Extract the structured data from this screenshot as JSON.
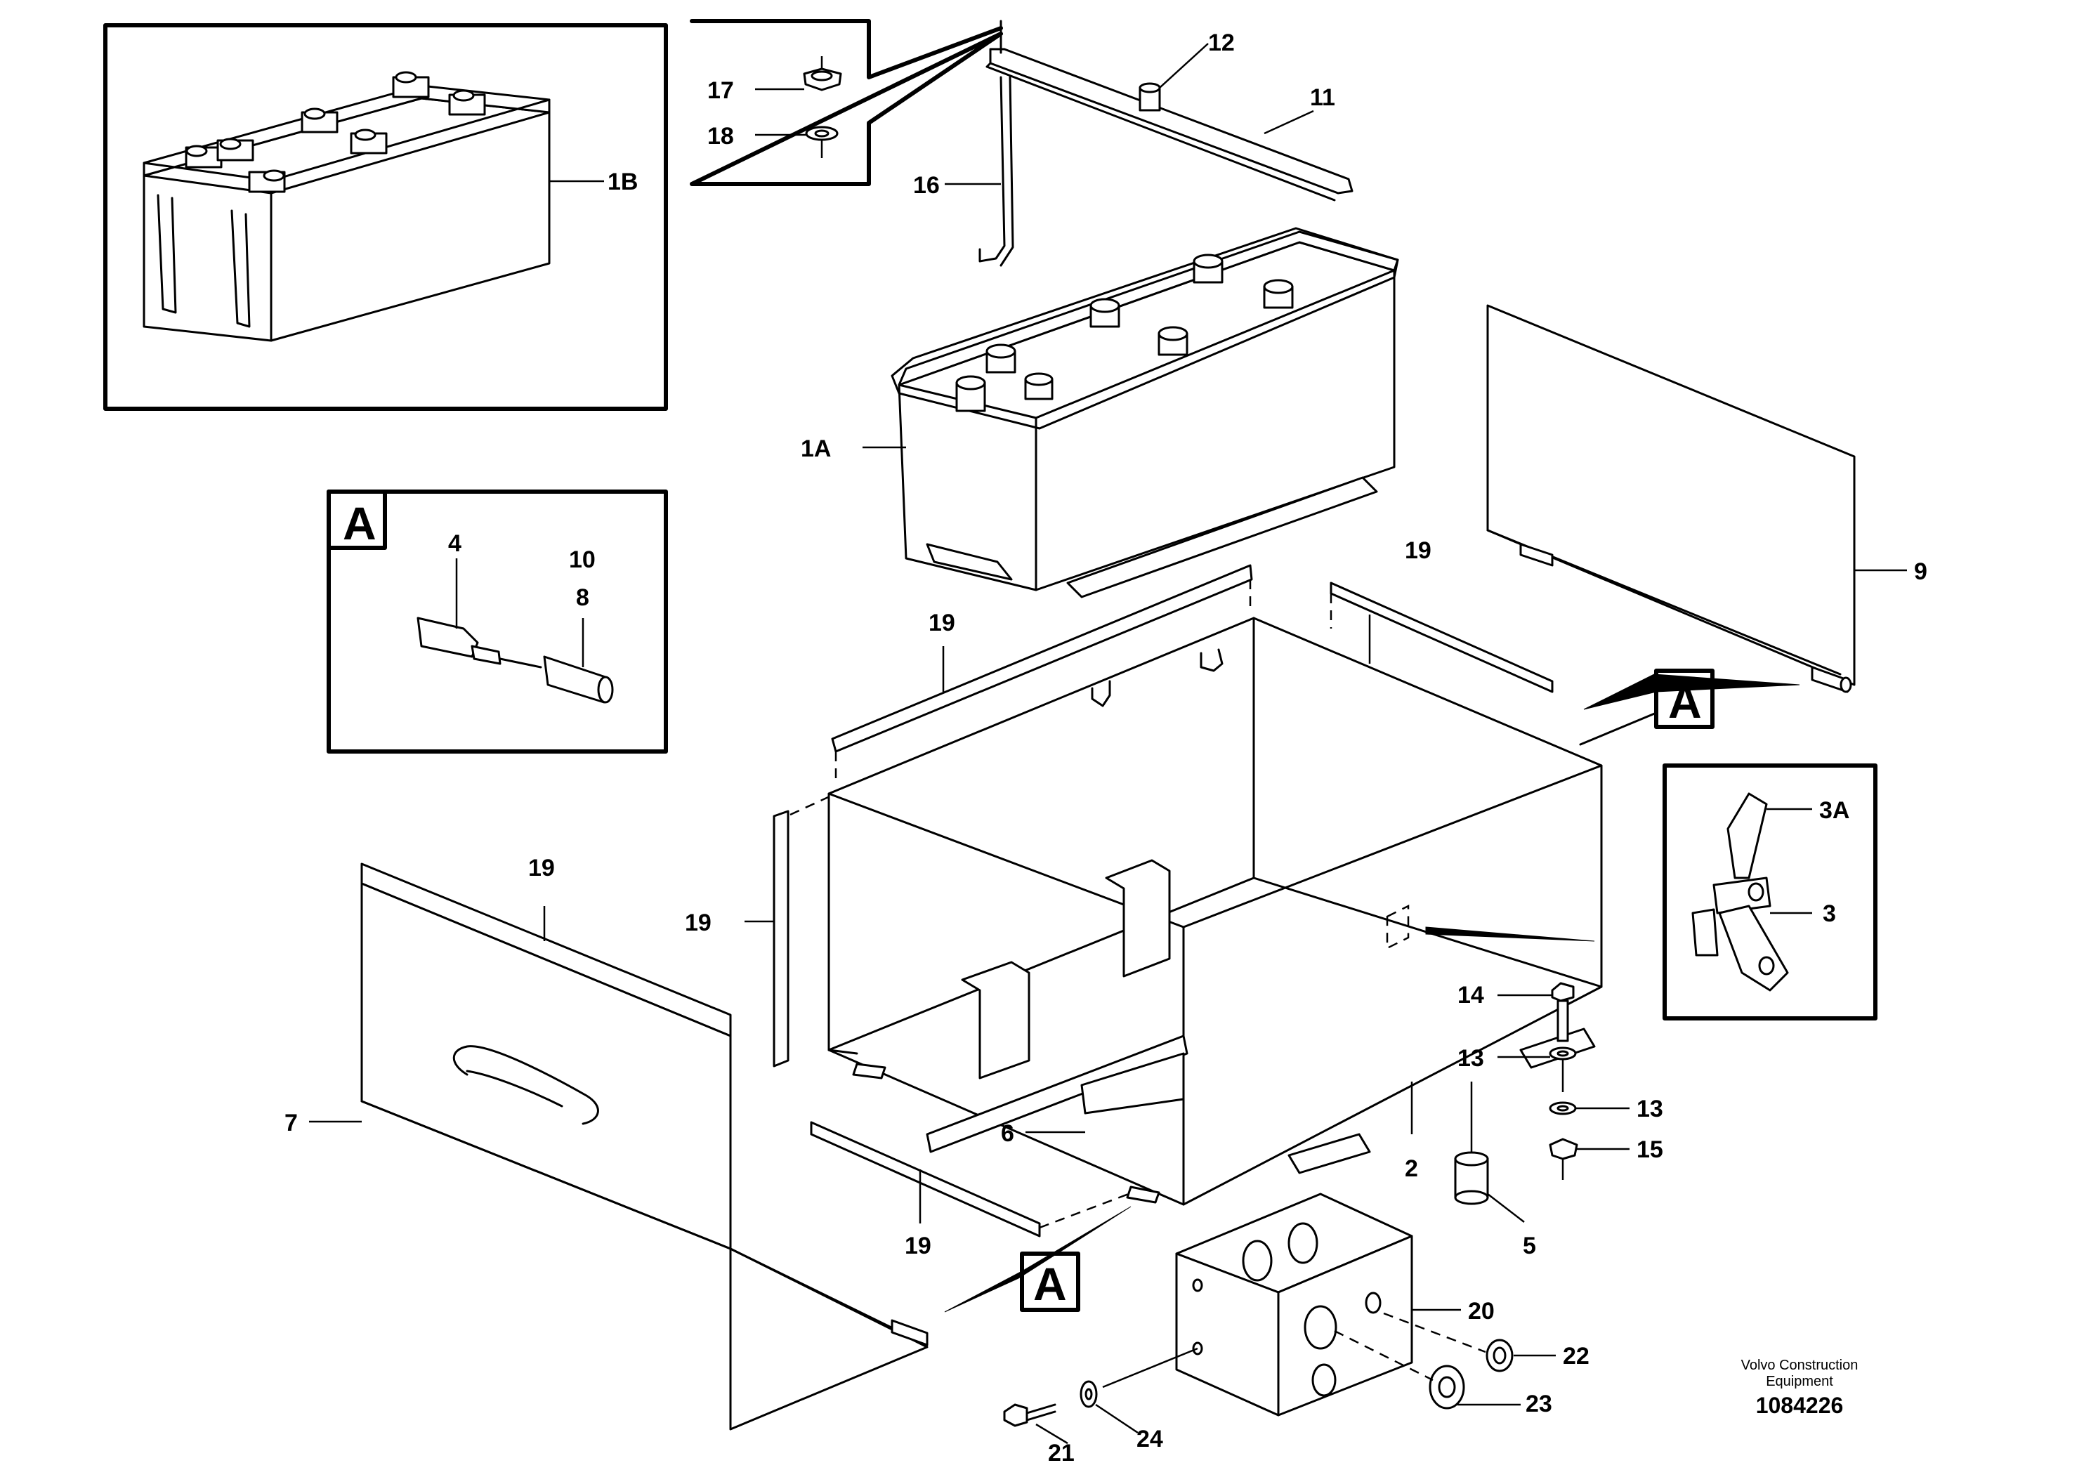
{
  "labels": {
    "p1A": "1A",
    "p1B": "1B",
    "p2": "2",
    "p3": "3",
    "p3A": "3A",
    "p4": "4",
    "p5": "5",
    "p6": "6",
    "p7": "7",
    "p8": "8",
    "p9": "9",
    "p10": "10",
    "p11": "11",
    "p12": "12",
    "p13a": "13",
    "p13b": "13",
    "p14": "14",
    "p15": "15",
    "p16": "16",
    "p17": "17",
    "p18": "18",
    "p19a": "19",
    "p19b": "19",
    "p19c": "19",
    "p19d": "19",
    "p19e": "19",
    "p20": "20",
    "p21": "21",
    "p22": "22",
    "p23": "23",
    "p24": "24"
  },
  "detail_refs": {
    "inset": "A",
    "right": "A",
    "bottom": "A"
  },
  "footer": {
    "line1": "Volvo Construction",
    "line2": "Equipment",
    "number": "1084226"
  }
}
